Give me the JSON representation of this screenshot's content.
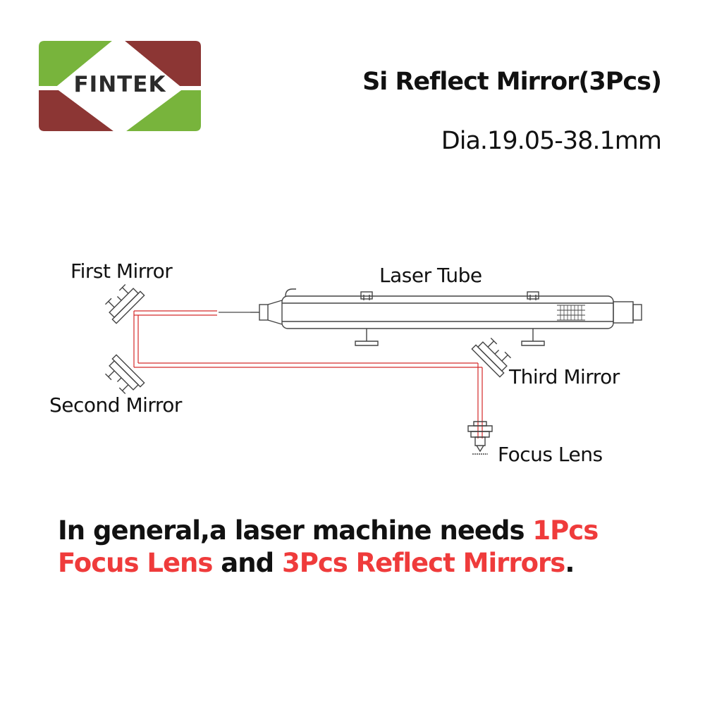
{
  "logo": {
    "text": "FINTEK",
    "colors": {
      "green": "#78b43c",
      "maroon": "#8c3634"
    }
  },
  "header": {
    "title": "Si Reflect Mirror(3Pcs)",
    "subtitle": "Dia.19.05-38.1mm"
  },
  "diagram": {
    "labels": {
      "first_mirror": "First Mirror",
      "laser_tube": "Laser Tube",
      "second_mirror": "Second Mirror",
      "third_mirror": "Third Mirror",
      "focus_lens": "Focus Lens"
    },
    "beam_color": "#d42a2a"
  },
  "note": {
    "part1": "In general,a laser machine needs ",
    "part2": "1Pcs Focus Lens",
    "part3": " and ",
    "part4": "3Pcs Reflect Mirrors",
    "part5": ".",
    "highlight_color": "#ef3b3b"
  }
}
